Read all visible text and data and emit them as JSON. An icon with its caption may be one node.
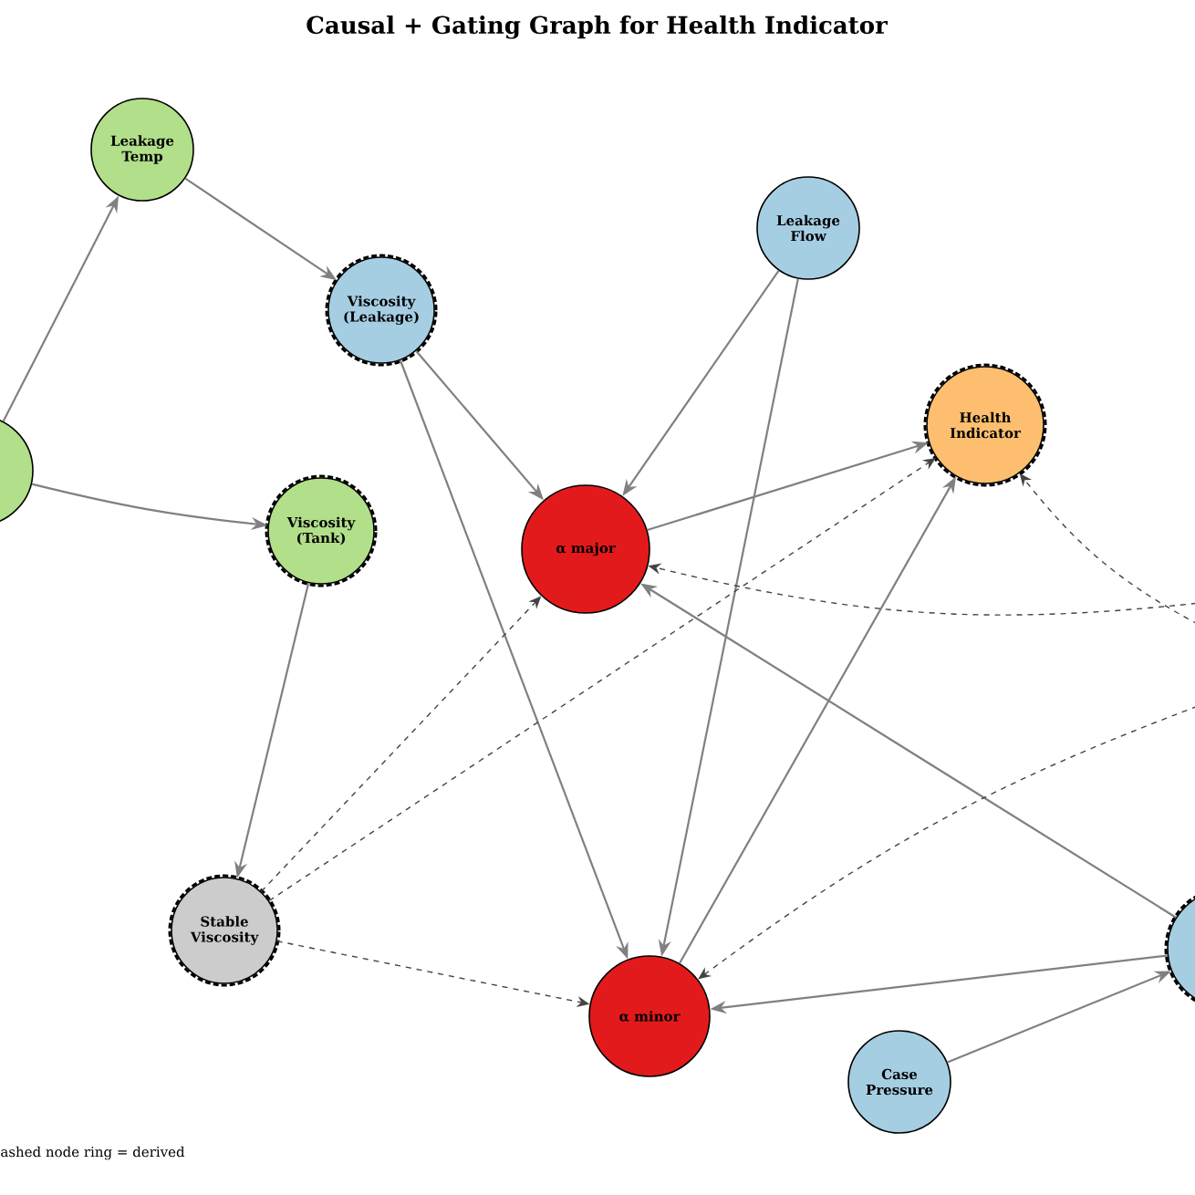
{
  "diagram": {
    "title": "Causal + Gating Graph for Health Indicator",
    "nodes": [
      {
        "text": [
          "Leakage Temp"
        ]
      },
      {
        "text": [
          "Viscosity (Leakage)"
        ]
      },
      {
        "text": [
          "Leakage Flow"
        ]
      },
      {
        "text": [],
        "shape": "circle"
      },
      {
        "text": [
          "Viscosity (Tank)"
        ]
      },
      {
        "text": [
          "Health Indicator"
        ]
      },
      {
        "text": [
          "α major"
        ]
      },
      {
        "text": [
          "Stable Viscosity"
        ]
      },
      {
        "text": [
          "α minor"
        ]
      },
      {
        "text": [],
        "shape": "circle"
      },
      {
        "text": [
          "Case Pressure"
        ]
      }
    ],
    "edges": [
      {
        "from": 3,
        "to": 0,
        "arrow": "to"
      },
      {
        "from": 3,
        "to": 4,
        "arrow": "to"
      },
      {
        "from": 0,
        "to": 1,
        "arrow": "to"
      },
      {
        "from": 1,
        "to": 6,
        "arrow": "to"
      },
      {
        "from": 1,
        "to": 8,
        "arrow": "to"
      },
      {
        "from": 2,
        "to": 6,
        "arrow": "to"
      },
      {
        "from": 2,
        "to": 8,
        "arrow": "to"
      },
      {
        "from": 4,
        "to": 7,
        "arrow": "to"
      },
      {
        "from": 6,
        "to": 5,
        "arrow": "to"
      },
      {
        "from": 8,
        "to": 5,
        "arrow": "to"
      },
      {
        "from": 7,
        "to": 6,
        "arrow": "to",
        "style": "dashed",
        "color": "#444444"
      },
      {
        "from": 7,
        "to": 5,
        "arrow": "to",
        "style": "dashed",
        "color": "#444444"
      },
      {
        "from": 7,
        "to": 8,
        "arrow": "to",
        "style": "dashed",
        "color": "#444444"
      },
      {
        "from": 9,
        "to": 6,
        "arrow": "to"
      },
      {
        "from": 9,
        "to": 8,
        "arrow": "to"
      },
      {
        "from": 10,
        "to": 9,
        "arrow": "to"
      },
      {
        "from": null,
        "to": 5,
        "arrow": "to",
        "style": "dashed",
        "color": "#444444"
      },
      {
        "from": null,
        "to": 6,
        "arrow": "to",
        "style": "dashed",
        "color": "#444444"
      },
      {
        "from": null,
        "to": 8,
        "arrow": "to",
        "style": "dashed",
        "color": "#444444"
      }
    ],
    "labels": [
      "ashed node ring = derived"
    ]
  }
}
